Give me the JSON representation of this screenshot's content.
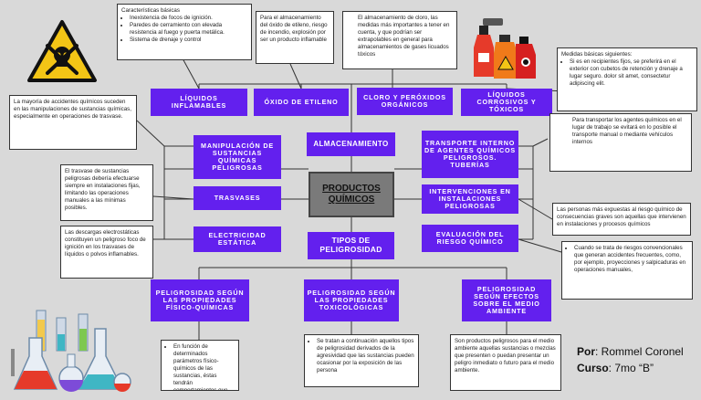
{
  "central": {
    "products": "PRODUCTOS QUÍMICOS",
    "storage": "ALMACENAMIENTO",
    "types": "TIPOS DE PELIGROSIDAD"
  },
  "nodes": {
    "liquidos_inflamables": "LÍQUIDOS INFLAMABLES",
    "oxido_etileno": "ÓXIDO DE ETILENO",
    "cloro_peroxidos": "CLORO Y PERÓXIDOS ORGÁNICOS",
    "liquidos_corrosivos": "LÍQUIDOS CORROSIVOS Y TÓXICOS",
    "manipulacion": "MANIPULACIÓN DE SUSTANCIAS QUÍMICAS PELIGROSAS",
    "trasvases": "TRASVASES",
    "electricidad": "ELECTRICIDAD ESTÁTICA",
    "transporte": "TRANSPORTE INTERNO DE AGENTES QUÍMICOS PELIGROSOS. TUBERÍAS",
    "intervenciones": "INTERVENCIONES EN INSTALACIONES PELIGROSAS",
    "evaluacion": "EVALUACIÓN DEL RIESGO QUÍMICO",
    "fisico_quimicas": "PELIGROSIDAD SEGÚN LAS PROPIEDADES FÍSICO-QUÍMICAS",
    "toxicologicas": "PELIGROSIDAD SEGÚN LAS PROPIEDADES TOXICOLÓGICAS",
    "medio_ambiente": "PELIGROSIDAD SEGÚN EFECTOS SOBRE EL MEDIO AMBIENTE"
  },
  "notes": {
    "caracteristicas_title": "Características básicas",
    "caracteristicas_items": [
      "Inexistencia de focos de ignición.",
      "Paredes de cerramiento con elevada resistencia al fuego y puerta metálica.",
      "Sistema de drenaje y control"
    ],
    "oxido": "Para el almacenamiento del óxido de etileno, riesgo de incendio, explosión por ser un producto inflamable",
    "cloro": "El almacenamiento de cloro, las medidas más importantes a tener en cuenta, y que podrían ser extrapolables en general para almacenamientos de gases licuados tóxicos",
    "medidas_title": "Medidas básicas siguientes:",
    "medidas_item": "Si es en recipientes fijos, se preferirá en el exterior con cubetos de retención y drenaje a lugar seguro. dolor sit amet, consectetur adipiscing elit.",
    "transporte": "Para transportar los agentes químicos en el lugar de trabajo se evitará en lo posible el transporte manual o mediante vehículos internos",
    "accidentes": "La mayoría de accidentes químicos suceden en las manipulaciones de sustancias químicas, especialmente en operaciones de trasvase.",
    "trasvase": "El trasvase de sustancias peligrosas debería efectuarse siempre en instalaciones fijas, limitando las operaciones manuales a las mínimas posibles.",
    "descargas": "Las descargas electrostáticas constituyen un peligroso foco de ignición en los trasvases de líquidos o polvos inflamables.",
    "intervenciones": "Las personas más expuestas al riesgo químico de consecuencias graves son aquellas que intervienen en instalaciones y procesos químicos",
    "riesgos": "Cuando se trata de riesgos convencionales que generan accidentes frecuentes, como, por ejemplo, proyecciones y salpicaduras en operaciones manuales,",
    "fisico": "En función de determinados parámetros físico-químicos de las sustancias, éstas tendrán comportamientos que pueden ser peligrosos.",
    "toxico": "Se tratan a continuación aquellos tipos de peligrosidad derivados de la agresividad que las sustancias pueden ocasionar por la exposición de las persona",
    "ambiente": "Son productos peligrosos para el medio ambiente aquellas sustancias o mezclas que presenten o puedan presentar un peligro inmediato o futuro para el medio ambiente."
  },
  "author": {
    "por_label": "Por",
    "por_value": ": Rommel Coronel",
    "curso_label": "Curso",
    "curso_value": ": 7mo “B”"
  },
  "colors": {
    "node": "#6320ee",
    "central": "#7a7a7a",
    "background": "#d9d9d9",
    "hazard": "#f3c516"
  }
}
